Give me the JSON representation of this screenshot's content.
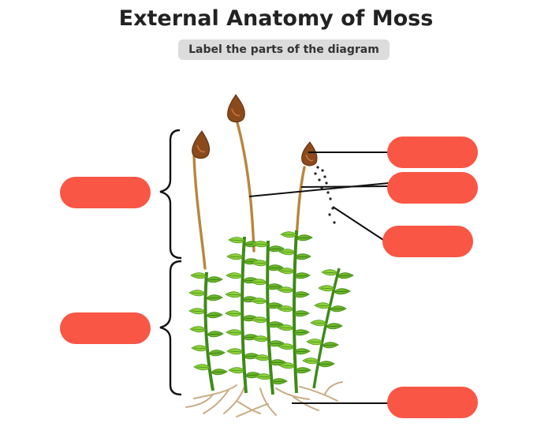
{
  "title": "External Anatomy of Moss",
  "subtitle": "Label the parts of the diagram",
  "label_boxes": [
    {
      "id": "left-upper",
      "text": ""
    },
    {
      "id": "left-lower",
      "text": ""
    },
    {
      "id": "right-capsule",
      "text": ""
    },
    {
      "id": "right-seta",
      "text": ""
    },
    {
      "id": "right-spores",
      "text": ""
    },
    {
      "id": "right-rhizoids",
      "text": ""
    }
  ],
  "colors": {
    "label_fill": "#f95646",
    "leaf_dark": "#4f9b1f",
    "leaf_light": "#8fd13a",
    "stalk": "#b9863b",
    "capsule": "#8b4a1c",
    "rhizoid": "#c9ad86",
    "line": "#111111"
  }
}
